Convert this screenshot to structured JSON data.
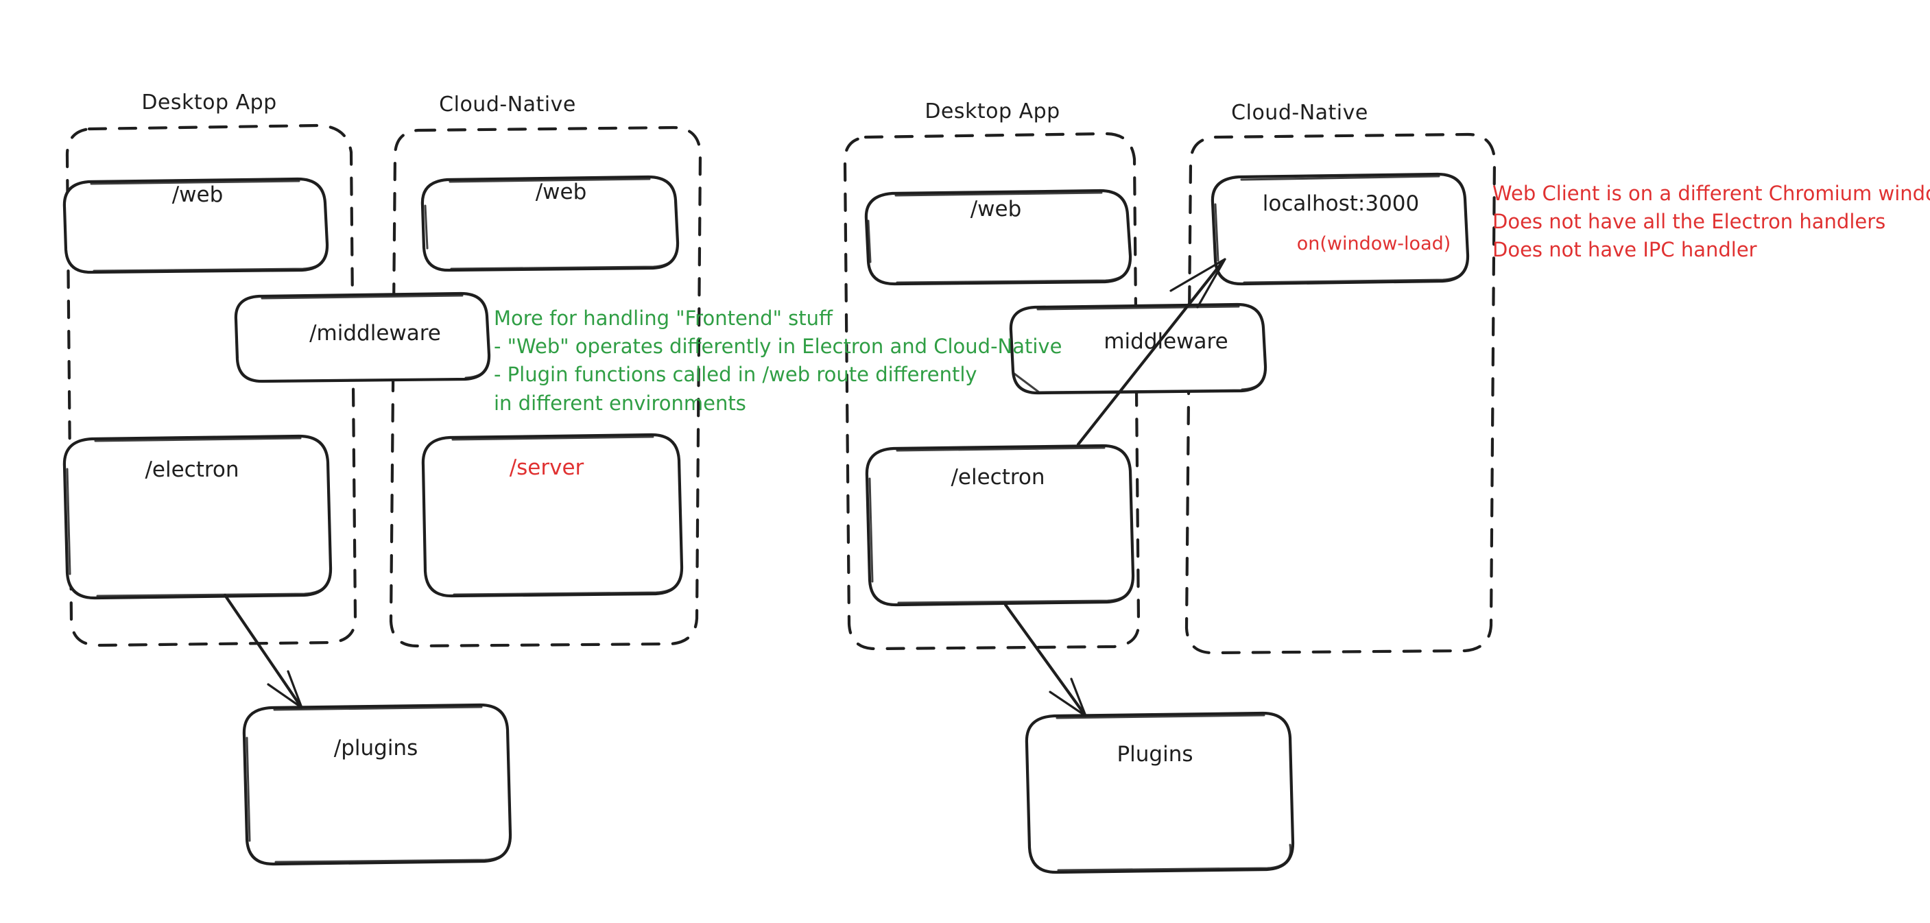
{
  "document": {
    "kind": "hand-drawn-whiteboard-diagram",
    "background": "#ffffff",
    "palette": {
      "ink": "#1e1e1e",
      "green": "#2f9e44",
      "red": "#e03131"
    }
  },
  "diagrams": [
    {
      "id": "left-diagram",
      "groups": [
        {
          "id": "left-desktop-app",
          "title": "Desktop App"
        },
        {
          "id": "left-cloud-native",
          "title": "Cloud-Native"
        }
      ],
      "nodes": [
        {
          "id": "left-web-desktop",
          "label": "/web",
          "color": "#1e1e1e"
        },
        {
          "id": "left-web-cloud",
          "label": "/web",
          "color": "#1e1e1e"
        },
        {
          "id": "left-middleware",
          "label": "/middleware",
          "color": "#1e1e1e"
        },
        {
          "id": "left-electron",
          "label": "/electron",
          "color": "#1e1e1e"
        },
        {
          "id": "left-server",
          "label": "/server",
          "color": "#e03131"
        },
        {
          "id": "left-plugins",
          "label": "/plugins",
          "color": "#1e1e1e"
        }
      ],
      "arrows": [
        {
          "id": "left-electron-to-plugins",
          "from": "left-electron",
          "to": "left-plugins"
        }
      ],
      "annotations": [
        {
          "id": "green-note",
          "color": "#2f9e44",
          "lines": [
            "More for handling \"Frontend\" stuff",
            "- \"Web\" operates differently in Electron and Cloud-Native",
            "- Plugin functions called in /web route differently",
            "in different environments"
          ]
        }
      ]
    },
    {
      "id": "right-diagram",
      "groups": [
        {
          "id": "right-desktop-app",
          "title": "Desktop App"
        },
        {
          "id": "right-cloud-native",
          "title": "Cloud-Native"
        }
      ],
      "nodes": [
        {
          "id": "right-web",
          "label": "/web",
          "color": "#1e1e1e"
        },
        {
          "id": "right-localhost",
          "label": "localhost:3000",
          "sublabel": "on(window-load)",
          "color": "#1e1e1e",
          "sublabel_color": "#e03131"
        },
        {
          "id": "right-middleware",
          "label": "middleware",
          "color": "#1e1e1e"
        },
        {
          "id": "right-electron",
          "label": "/electron",
          "color": "#1e1e1e"
        },
        {
          "id": "right-plugins",
          "label": "Plugins",
          "color": "#1e1e1e"
        }
      ],
      "arrows": [
        {
          "id": "right-electron-to-localhost",
          "from": "right-electron",
          "to": "right-localhost"
        },
        {
          "id": "right-electron-to-plugins",
          "from": "right-electron",
          "to": "right-plugins"
        }
      ],
      "annotations": [
        {
          "id": "red-note",
          "color": "#e03131",
          "lines": [
            "Web Client is on a different Chromium window",
            "Does not have all the Electron handlers",
            "Does not have IPC handler"
          ]
        }
      ]
    }
  ]
}
